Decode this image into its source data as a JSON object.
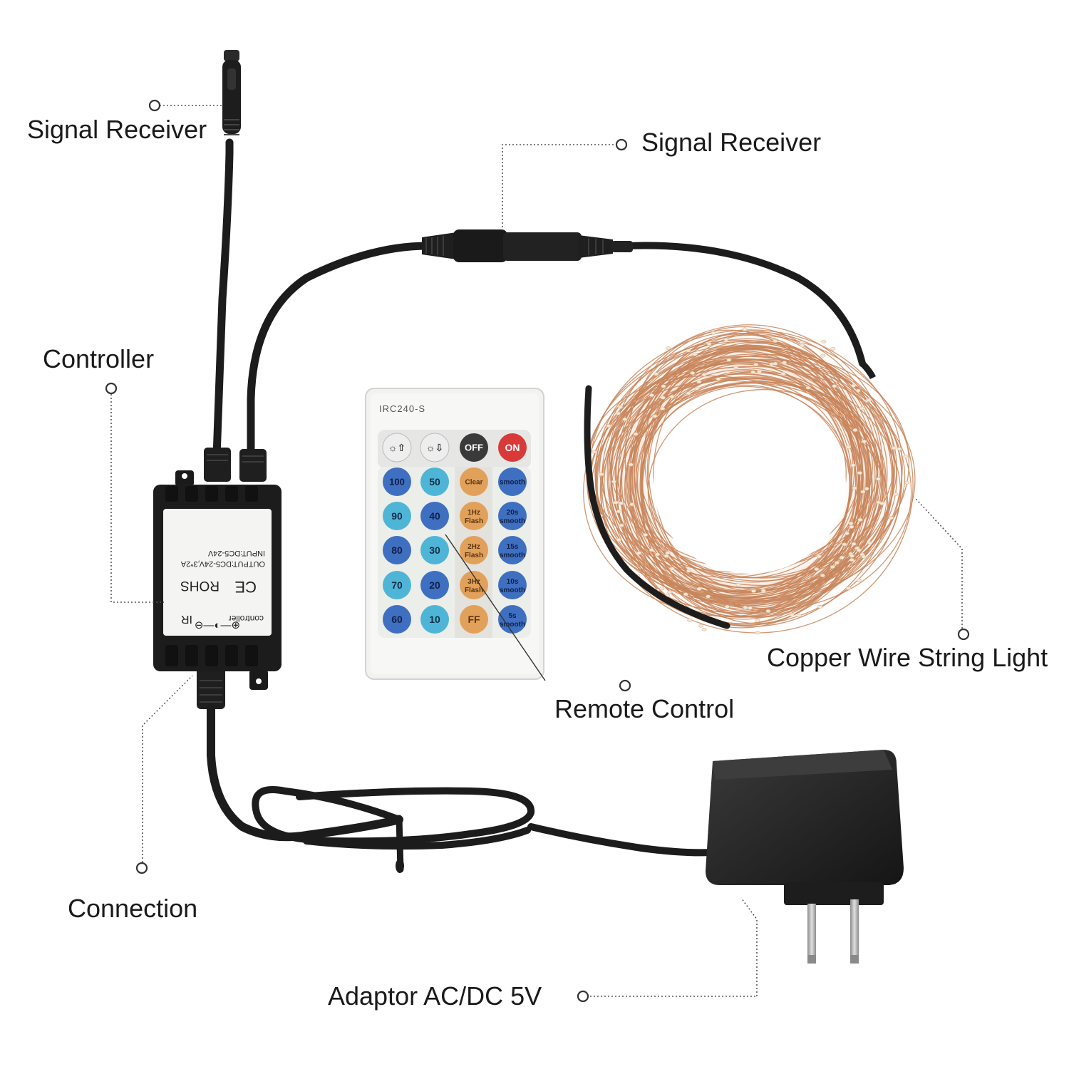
{
  "labels": {
    "signal_receiver_left": "Signal Receiver",
    "signal_receiver_right": "Signal Receiver",
    "controller": "Controller",
    "remote_control": "Remote Control",
    "copper_wire": "Copper Wire String Light",
    "connection": "Connection",
    "adaptor": "Adaptor AC/DC 5V"
  },
  "controller_box": {
    "brand_text": "controller",
    "type_text": "IR",
    "cert_text": "ROHS",
    "ce_mark": "CE",
    "input_spec": "INPUT:DC5-24V",
    "output_spec": "OUTPUT:DC5-24V,3*2A",
    "polarity_symbol": "⊖—◐—⊕"
  },
  "remote": {
    "model": "IRC240-S",
    "buttons": [
      [
        {
          "label": "☼⇧",
          "color": "#eeeeee",
          "text_color": "#333333"
        },
        {
          "label": "☼⇩",
          "color": "#eeeeee",
          "text_color": "#333333"
        },
        {
          "label": "OFF",
          "color": "#3a3a3a",
          "text_color": "#ffffff"
        },
        {
          "label": "ON",
          "color": "#d83a3a",
          "text_color": "#ffffff"
        }
      ],
      [
        {
          "label": "100",
          "color": "#3f6fc0",
          "text_color": "#10204a"
        },
        {
          "label": "50",
          "color": "#4fb5d6",
          "text_color": "#10304a"
        },
        {
          "label": "Clear",
          "color": "#e2a15a",
          "text_color": "#5a3410"
        },
        {
          "label": "smooth",
          "color": "#3f6fc0",
          "text_color": "#10204a"
        }
      ],
      [
        {
          "label": "90",
          "color": "#4fb5d6",
          "text_color": "#10304a"
        },
        {
          "label": "40",
          "color": "#3f6fc0",
          "text_color": "#10204a"
        },
        {
          "label": "1Hz Flash",
          "color": "#e2a15a",
          "text_color": "#5a3410"
        },
        {
          "label": "20s smooth",
          "color": "#3f6fc0",
          "text_color": "#10204a"
        }
      ],
      [
        {
          "label": "80",
          "color": "#3f6fc0",
          "text_color": "#10204a"
        },
        {
          "label": "30",
          "color": "#4fb5d6",
          "text_color": "#10304a"
        },
        {
          "label": "2Hz Flash",
          "color": "#e2a15a",
          "text_color": "#5a3410"
        },
        {
          "label": "15s smooth",
          "color": "#3f6fc0",
          "text_color": "#10204a"
        }
      ],
      [
        {
          "label": "70",
          "color": "#4fb5d6",
          "text_color": "#10304a"
        },
        {
          "label": "20",
          "color": "#3f6fc0",
          "text_color": "#10204a"
        },
        {
          "label": "3Hz Flash",
          "color": "#e2a15a",
          "text_color": "#5a3410"
        },
        {
          "label": "10s smooth",
          "color": "#3f6fc0",
          "text_color": "#10204a"
        }
      ],
      [
        {
          "label": "60",
          "color": "#3f6fc0",
          "text_color": "#10204a"
        },
        {
          "label": "10",
          "color": "#4fb5d6",
          "text_color": "#10304a"
        },
        {
          "label": "FF",
          "color": "#e2a15a",
          "text_color": "#5a3410"
        },
        {
          "label": "5s smooth",
          "color": "#3f6fc0",
          "text_color": "#10204a"
        }
      ]
    ]
  },
  "colors": {
    "cable": "#1c1c1c",
    "copper": "#c8855a",
    "led": "#f3e8d6",
    "adapter": "#262626",
    "prong": "#b8b8b8"
  }
}
